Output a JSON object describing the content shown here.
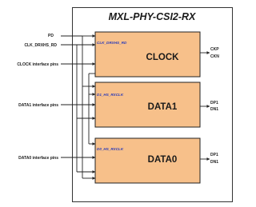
{
  "title": "MXL-PHY-CSI2-RX",
  "colors": {
    "block_fill": "#f7c08a",
    "block_border": "#222222",
    "sub_label": "#2b3bb8",
    "wire": "#222222"
  },
  "left_pins": {
    "pd": "PD",
    "clk_drxhs_rd": "CLK_DRXHS_RD",
    "clock_if": "CLOCK interface pins",
    "data1_if": "DATA1 interface pins",
    "data0_if": "DATA0 interface pins"
  },
  "blocks": {
    "clock": {
      "title": "CLOCK",
      "sub": "CLK_DRXHS_RD",
      "pins": [
        "CKP",
        "CKN"
      ]
    },
    "data1": {
      "title": "DATA1",
      "sub": "D1_HS_RXCLK",
      "pins": [
        "DP1",
        "DN1"
      ]
    },
    "data0": {
      "title": "DATA0",
      "sub": "D0_HS_RXCLK",
      "pins": [
        "DP1",
        "DN1"
      ]
    }
  }
}
